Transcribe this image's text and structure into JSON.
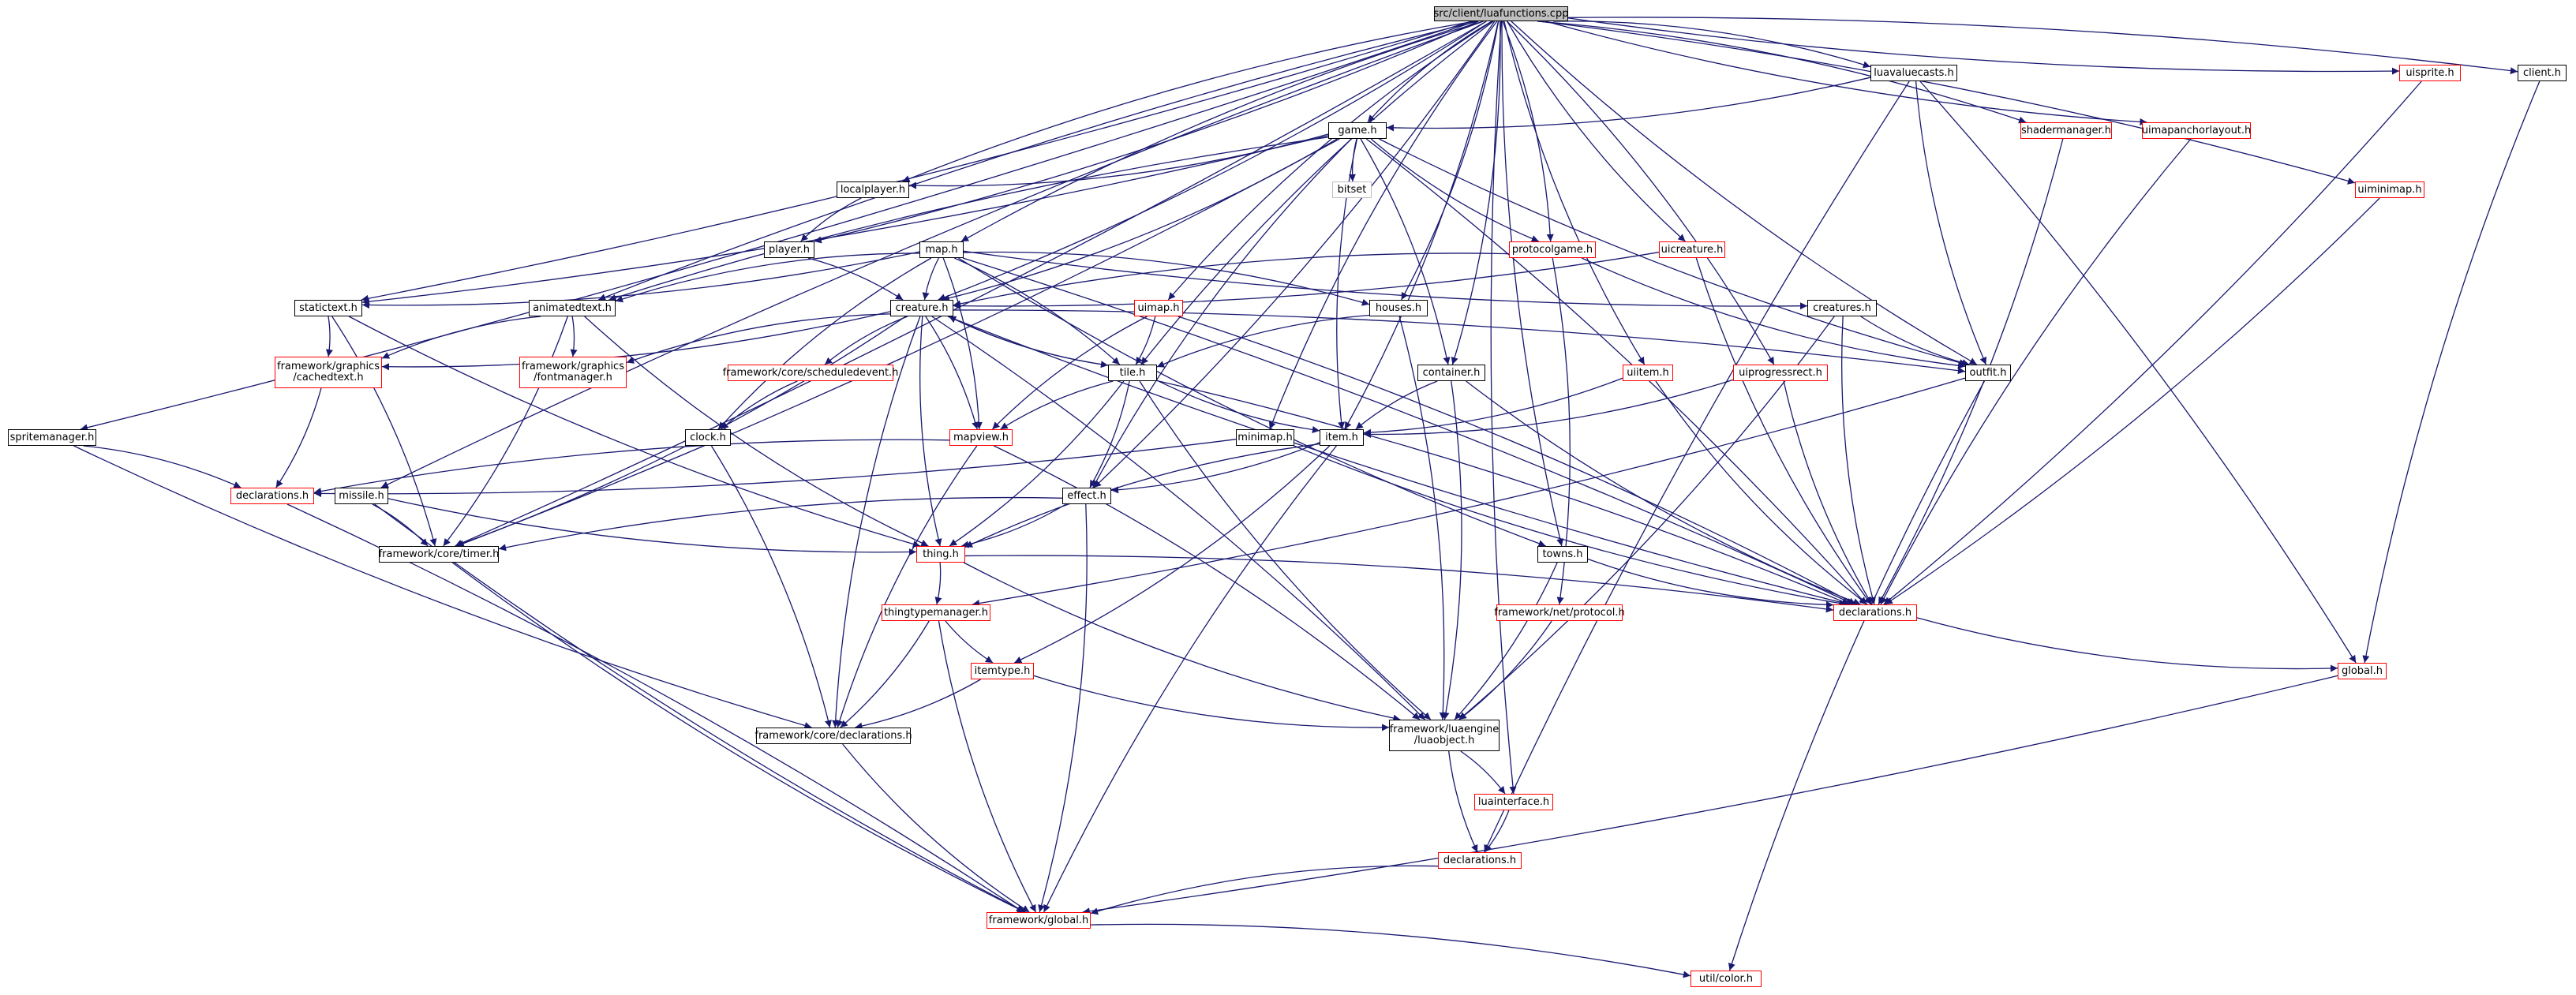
{
  "colors": {
    "edge": "#191970",
    "documented": "#000000",
    "undocumented": "#ff0000",
    "external": "#bfbfbf",
    "root_fill": "#bfbfbf"
  },
  "nodes": {
    "luafunctions": {
      "label": "src/client/luafunctions.cpp",
      "kind": "root"
    },
    "luavaluecasts": {
      "label": "luavaluecasts.h",
      "kind": "documented"
    },
    "uisprite": {
      "label": "uisprite.h",
      "kind": "undocumented"
    },
    "client": {
      "label": "client.h",
      "kind": "documented"
    },
    "game": {
      "label": "game.h",
      "kind": "documented"
    },
    "shadermanager": {
      "label": "shadermanager.h",
      "kind": "undocumented"
    },
    "uimapanchorlayout": {
      "label": "uimapanchorlayout.h",
      "kind": "undocumented"
    },
    "bitset": {
      "label": "bitset",
      "kind": "external"
    },
    "localplayer": {
      "label": "localplayer.h",
      "kind": "documented"
    },
    "uiminimap": {
      "label": "uiminimap.h",
      "kind": "undocumented"
    },
    "player": {
      "label": "player.h",
      "kind": "documented"
    },
    "map": {
      "label": "map.h",
      "kind": "documented"
    },
    "protocolgame": {
      "label": "protocolgame.h",
      "kind": "undocumented"
    },
    "uicreature": {
      "label": "uicreature.h",
      "kind": "undocumented"
    },
    "statictext": {
      "label": "statictext.h",
      "kind": "documented"
    },
    "animatedtext": {
      "label": "animatedtext.h",
      "kind": "documented"
    },
    "creature": {
      "label": "creature.h",
      "kind": "documented"
    },
    "uimap": {
      "label": "uimap.h",
      "kind": "undocumented"
    },
    "houses": {
      "label": "houses.h",
      "kind": "documented"
    },
    "creatures": {
      "label": "creatures.h",
      "kind": "documented"
    },
    "cachedtext": {
      "label": "framework/graphics\n/cachedtext.h",
      "kind": "undocumented"
    },
    "fontmanager": {
      "label": "framework/graphics\n/fontmanager.h",
      "kind": "undocumented"
    },
    "scheduledevent": {
      "label": "framework/core/scheduledevent.h",
      "kind": "undocumented"
    },
    "tile": {
      "label": "tile.h",
      "kind": "documented"
    },
    "container": {
      "label": "container.h",
      "kind": "documented"
    },
    "uiitem": {
      "label": "uiitem.h",
      "kind": "undocumented"
    },
    "uiprogressrect": {
      "label": "uiprogressrect.h",
      "kind": "undocumented"
    },
    "outfit": {
      "label": "outfit.h",
      "kind": "documented"
    },
    "spritemanager": {
      "label": "spritemanager.h",
      "kind": "documented"
    },
    "clock": {
      "label": "clock.h",
      "kind": "documented"
    },
    "mapview": {
      "label": "mapview.h",
      "kind": "undocumented"
    },
    "minimap": {
      "label": "minimap.h",
      "kind": "documented"
    },
    "item": {
      "label": "item.h",
      "kind": "documented"
    },
    "declarations_client": {
      "label": "declarations.h",
      "kind": "undocumented"
    },
    "missile": {
      "label": "missile.h",
      "kind": "documented"
    },
    "effect": {
      "label": "effect.h",
      "kind": "documented"
    },
    "timer": {
      "label": "framework/core/timer.h",
      "kind": "documented"
    },
    "thing": {
      "label": "thing.h",
      "kind": "undocumented"
    },
    "towns": {
      "label": "towns.h",
      "kind": "documented"
    },
    "declarations_main": {
      "label": "declarations.h",
      "kind": "undocumented"
    },
    "protocol": {
      "label": "framework/net/protocol.h",
      "kind": "undocumented"
    },
    "thingtypemanager": {
      "label": "thingtypemanager.h",
      "kind": "undocumented"
    },
    "itemtype": {
      "label": "itemtype.h",
      "kind": "undocumented"
    },
    "global_client": {
      "label": "global.h",
      "kind": "undocumented"
    },
    "core_declarations": {
      "label": "framework/core/declarations.h",
      "kind": "documented"
    },
    "luaobject": {
      "label": "framework/luaengine\n/luaobject.h",
      "kind": "documented"
    },
    "luainterface": {
      "label": "luainterface.h",
      "kind": "undocumented"
    },
    "lua_declarations": {
      "label": "declarations.h",
      "kind": "undocumented"
    },
    "framework_global": {
      "label": "framework/global.h",
      "kind": "undocumented"
    },
    "color": {
      "label": "util/color.h",
      "kind": "undocumented"
    }
  },
  "edges": [
    [
      "luafunctions",
      "luavaluecasts"
    ],
    [
      "luafunctions",
      "uisprite"
    ],
    [
      "luafunctions",
      "client"
    ],
    [
      "luafunctions",
      "game"
    ],
    [
      "luafunctions",
      "shadermanager"
    ],
    [
      "luafunctions",
      "uimapanchorlayout"
    ],
    [
      "luafunctions",
      "uiminimap"
    ],
    [
      "luafunctions",
      "localplayer"
    ],
    [
      "luafunctions",
      "player"
    ],
    [
      "luafunctions",
      "map"
    ],
    [
      "luafunctions",
      "protocolgame"
    ],
    [
      "luafunctions",
      "uicreature"
    ],
    [
      "luafunctions",
      "statictext"
    ],
    [
      "luafunctions",
      "animatedtext"
    ],
    [
      "luafunctions",
      "creature"
    ],
    [
      "luafunctions",
      "uimap"
    ],
    [
      "luafunctions",
      "houses"
    ],
    [
      "luafunctions",
      "tile"
    ],
    [
      "luafunctions",
      "container"
    ],
    [
      "luafunctions",
      "uiitem"
    ],
    [
      "luafunctions",
      "uiprogressrect"
    ],
    [
      "luafunctions",
      "outfit"
    ],
    [
      "luafunctions",
      "spritemanager"
    ],
    [
      "luafunctions",
      "minimap"
    ],
    [
      "luafunctions",
      "item"
    ],
    [
      "luafunctions",
      "missile"
    ],
    [
      "luafunctions",
      "effect"
    ],
    [
      "luafunctions",
      "towns"
    ],
    [
      "luafunctions",
      "timer"
    ],
    [
      "luafunctions",
      "luainterface"
    ],
    [
      "luavaluecasts",
      "game"
    ],
    [
      "luavaluecasts",
      "outfit"
    ],
    [
      "luavaluecasts",
      "global_client"
    ],
    [
      "luavaluecasts",
      "lua_declarations"
    ],
    [
      "uisprite",
      "declarations_main"
    ],
    [
      "client",
      "global_client"
    ],
    [
      "shadermanager",
      "declarations_main"
    ],
    [
      "uimapanchorlayout",
      "declarations_main"
    ],
    [
      "uiminimap",
      "declarations_main"
    ],
    [
      "game",
      "bitset"
    ],
    [
      "game",
      "localplayer"
    ],
    [
      "game",
      "protocolgame"
    ],
    [
      "game",
      "creature"
    ],
    [
      "game",
      "animatedtext"
    ],
    [
      "game",
      "statictext"
    ],
    [
      "game",
      "item"
    ],
    [
      "game",
      "container"
    ],
    [
      "game",
      "outfit"
    ],
    [
      "game",
      "declarations_main"
    ],
    [
      "game",
      "effect"
    ],
    [
      "game",
      "timer"
    ],
    [
      "localplayer",
      "player"
    ],
    [
      "player",
      "creature"
    ],
    [
      "map",
      "creature"
    ],
    [
      "map",
      "houses"
    ],
    [
      "map",
      "towns"
    ],
    [
      "map",
      "statictext"
    ],
    [
      "map",
      "animatedtext"
    ],
    [
      "map",
      "tile"
    ],
    [
      "map",
      "creatures"
    ],
    [
      "map",
      "mapview"
    ],
    [
      "map",
      "clock"
    ],
    [
      "map",
      "declarations_main"
    ],
    [
      "protocolgame",
      "creature"
    ],
    [
      "protocolgame",
      "protocol"
    ],
    [
      "protocolgame",
      "outfit"
    ],
    [
      "uicreature",
      "creature"
    ],
    [
      "uicreature",
      "declarations_main"
    ],
    [
      "statictext",
      "cachedtext"
    ],
    [
      "statictext",
      "thing"
    ],
    [
      "statictext",
      "timer"
    ],
    [
      "animatedtext",
      "cachedtext"
    ],
    [
      "animatedtext",
      "fontmanager"
    ],
    [
      "animatedtext",
      "thing"
    ],
    [
      "animatedtext",
      "timer"
    ],
    [
      "creature",
      "thing"
    ],
    [
      "creature",
      "outfit"
    ],
    [
      "creature",
      "tile"
    ],
    [
      "creature",
      "mapview"
    ],
    [
      "creature",
      "scheduledevent"
    ],
    [
      "creature",
      "cachedtext"
    ],
    [
      "creature",
      "fontmanager"
    ],
    [
      "creature",
      "timer"
    ],
    [
      "creature",
      "core_declarations"
    ],
    [
      "creature",
      "luaobject"
    ],
    [
      "creature",
      "declarations_main"
    ],
    [
      "uimap",
      "tile"
    ],
    [
      "uimap",
      "mapview"
    ],
    [
      "uimap",
      "declarations_main"
    ],
    [
      "houses",
      "tile"
    ],
    [
      "houses",
      "luaobject"
    ],
    [
      "creatures",
      "outfit"
    ],
    [
      "creatures",
      "luaobject"
    ],
    [
      "creatures",
      "declarations_main"
    ],
    [
      "cachedtext",
      "declarations_client"
    ],
    [
      "scheduledevent",
      "clock"
    ],
    [
      "tile",
      "creature"
    ],
    [
      "tile",
      "item"
    ],
    [
      "tile",
      "effect"
    ],
    [
      "tile",
      "mapview"
    ],
    [
      "tile",
      "thing"
    ],
    [
      "tile",
      "luaobject"
    ],
    [
      "tile",
      "declarations_main"
    ],
    [
      "container",
      "item"
    ],
    [
      "container",
      "luaobject"
    ],
    [
      "container",
      "declarations_main"
    ],
    [
      "uiitem",
      "item"
    ],
    [
      "uiitem",
      "declarations_main"
    ],
    [
      "uiprogressrect",
      "item"
    ],
    [
      "uiprogressrect",
      "declarations_main"
    ],
    [
      "outfit",
      "thingtypemanager"
    ],
    [
      "outfit",
      "color"
    ],
    [
      "spritemanager",
      "declarations_client"
    ],
    [
      "spritemanager",
      "core_declarations"
    ],
    [
      "clock",
      "core_declarations"
    ],
    [
      "mapview",
      "declarations_client"
    ],
    [
      "mapview",
      "luaobject"
    ],
    [
      "mapview",
      "core_declarations"
    ],
    [
      "minimap",
      "declarations_client"
    ],
    [
      "minimap",
      "declarations_main"
    ],
    [
      "item",
      "effect"
    ],
    [
      "item",
      "thing"
    ],
    [
      "item",
      "itemtype"
    ],
    [
      "item",
      "framework_global"
    ],
    [
      "declarations_client",
      "framework_global"
    ],
    [
      "missile",
      "thing"
    ],
    [
      "missile",
      "timer"
    ],
    [
      "missile",
      "framework_global"
    ],
    [
      "effect",
      "thing"
    ],
    [
      "effect",
      "timer"
    ],
    [
      "effect",
      "framework_global"
    ],
    [
      "timer",
      "framework_global"
    ],
    [
      "thing",
      "thingtypemanager"
    ],
    [
      "thing",
      "luaobject"
    ],
    [
      "thing",
      "declarations_main"
    ],
    [
      "towns",
      "declarations_main"
    ],
    [
      "towns",
      "luaobject"
    ],
    [
      "declarations_main",
      "global_client"
    ],
    [
      "protocol",
      "luaobject"
    ],
    [
      "thingtypemanager",
      "itemtype"
    ],
    [
      "thingtypemanager",
      "core_declarations"
    ],
    [
      "thingtypemanager",
      "framework_global"
    ],
    [
      "itemtype",
      "core_declarations"
    ],
    [
      "itemtype",
      "luaobject"
    ],
    [
      "global_client",
      "framework_global"
    ],
    [
      "core_declarations",
      "framework_global"
    ],
    [
      "luaobject",
      "luainterface"
    ],
    [
      "luaobject",
      "lua_declarations"
    ],
    [
      "luainterface",
      "lua_declarations"
    ],
    [
      "lua_declarations",
      "framework_global"
    ],
    [
      "framework_global",
      "color"
    ]
  ]
}
